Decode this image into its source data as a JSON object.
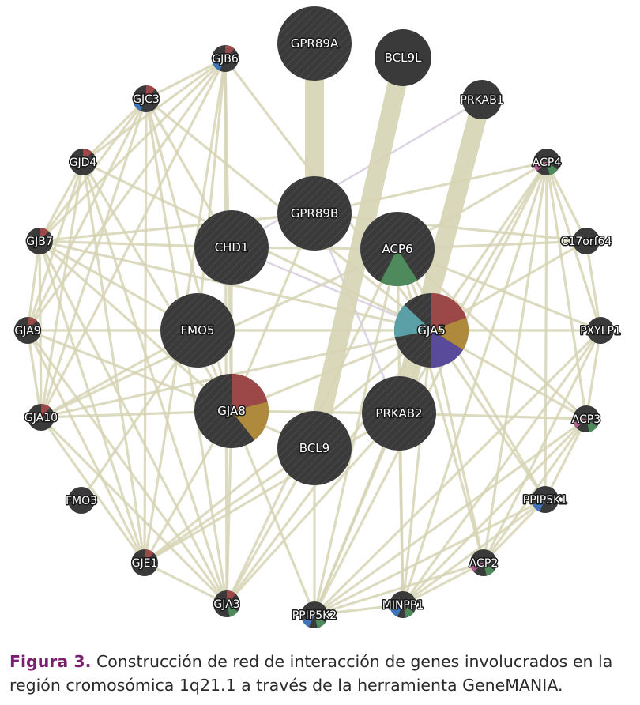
{
  "figure": {
    "label": "Figura 3.",
    "caption": " Construcción de red de interacción de genes involucrados en la región cromosómica 1q21.1 a través de la herramienta GeneMANIA."
  },
  "colors": {
    "edge": "#d6d4b4",
    "edge_special": "#d8cfe0",
    "node": "#3a3a3a",
    "slice_red": "#9c4848",
    "slice_gold": "#b08a3c",
    "slice_green": "#4f8a5c",
    "slice_teal": "#5aa0a6",
    "slice_purple": "#5a4a9a",
    "slice_blue": "#3f74b8",
    "slice_pink": "#b05a8e"
  },
  "network": {
    "nodes": [
      {
        "id": "GPR89A",
        "label": "GPR89A",
        "size": "big"
      },
      {
        "id": "BCL9L",
        "label": "BCL9L",
        "size": "mid"
      },
      {
        "id": "PRKAB1",
        "label": "PRKAB1",
        "size": "small"
      },
      {
        "id": "GJB6",
        "label": "GJB6",
        "size": "tiny",
        "slices": [
          "red",
          "blue"
        ]
      },
      {
        "id": "GJC3",
        "label": "GJC3",
        "size": "tiny",
        "slices": [
          "red",
          "blue"
        ]
      },
      {
        "id": "GJD4",
        "label": "GJD4",
        "size": "tiny",
        "slices": [
          "red"
        ]
      },
      {
        "id": "GJB7",
        "label": "GJB7",
        "size": "tiny",
        "slices": [
          "red"
        ]
      },
      {
        "id": "GJA9",
        "label": "GJA9",
        "size": "tiny",
        "slices": [
          "red"
        ]
      },
      {
        "id": "GJA10",
        "label": "GJA10",
        "size": "tiny",
        "slices": [
          "red"
        ]
      },
      {
        "id": "FMO3",
        "label": "FMO3",
        "size": "tiny"
      },
      {
        "id": "GJE1",
        "label": "GJE1",
        "size": "tiny",
        "slices": [
          "red"
        ]
      },
      {
        "id": "GJA3",
        "label": "GJA3",
        "size": "tiny",
        "slices": [
          "red",
          "green"
        ]
      },
      {
        "id": "PPIP5K2",
        "label": "PPIP5K2",
        "size": "tiny",
        "slices": [
          "blue",
          "green"
        ]
      },
      {
        "id": "MINPP1",
        "label": "MINPP1",
        "size": "tiny",
        "slices": [
          "blue",
          "green"
        ]
      },
      {
        "id": "ACP2",
        "label": "ACP2",
        "size": "tiny",
        "slices": [
          "pink",
          "green"
        ]
      },
      {
        "id": "PPIP5K1",
        "label": "PPIP5K1",
        "size": "tiny",
        "slices": [
          "blue"
        ]
      },
      {
        "id": "ACP3",
        "label": "ACP3",
        "size": "tiny",
        "slices": [
          "pink",
          "green"
        ]
      },
      {
        "id": "PXYLP1",
        "label": "PXYLP1",
        "size": "tiny"
      },
      {
        "id": "C17orf64",
        "label": "C17orf64",
        "size": "tiny"
      },
      {
        "id": "ACP4",
        "label": "ACP4",
        "size": "tiny",
        "slices": [
          "pink",
          "green"
        ]
      },
      {
        "id": "GPR89B",
        "label": "GPR89B",
        "size": "query"
      },
      {
        "id": "CHD1",
        "label": "CHD1",
        "size": "query"
      },
      {
        "id": "ACP6",
        "label": "ACP6",
        "size": "query",
        "slices": [
          "green"
        ]
      },
      {
        "id": "FMO5",
        "label": "FMO5",
        "size": "query"
      },
      {
        "id": "GJA5",
        "label": "GJA5",
        "size": "query",
        "slices": [
          "red",
          "gold",
          "purple",
          "teal"
        ]
      },
      {
        "id": "GJA8",
        "label": "GJA8",
        "size": "query",
        "slices": [
          "red",
          "gold"
        ]
      },
      {
        "id": "PRKAB2",
        "label": "PRKAB2",
        "size": "query"
      },
      {
        "id": "BCL9",
        "label": "BCL9",
        "size": "query"
      }
    ],
    "thick_edges": [
      [
        "GPR89A",
        "GPR89B"
      ],
      [
        "BCL9L",
        "BCL9"
      ],
      [
        "PRKAB1",
        "PRKAB2"
      ]
    ],
    "special_edges": [
      [
        "PRKAB1",
        "CHD1"
      ],
      [
        "CHD1",
        "GJA5"
      ],
      [
        "GPR89B",
        "PRKAB2"
      ]
    ],
    "edges": [
      [
        "GJB6",
        "GJC3"
      ],
      [
        "GJB6",
        "GJD4"
      ],
      [
        "GJB6",
        "GJB7"
      ],
      [
        "GJB6",
        "GJA9"
      ],
      [
        "GJB6",
        "GJA10"
      ],
      [
        "GJB6",
        "GJE1"
      ],
      [
        "GJB6",
        "GJA3"
      ],
      [
        "GJB6",
        "GJA8"
      ],
      [
        "GJB6",
        "GJA5"
      ],
      [
        "GJB6",
        "FMO5"
      ],
      [
        "GJC3",
        "GJD4"
      ],
      [
        "GJC3",
        "GJB7"
      ],
      [
        "GJC3",
        "GJA9"
      ],
      [
        "GJC3",
        "GJA10"
      ],
      [
        "GJC3",
        "GJE1"
      ],
      [
        "GJC3",
        "GJA3"
      ],
      [
        "GJC3",
        "GJA8"
      ],
      [
        "GJC3",
        "GJA5"
      ],
      [
        "GJD4",
        "GJB7"
      ],
      [
        "GJD4",
        "GJA9"
      ],
      [
        "GJD4",
        "GJA10"
      ],
      [
        "GJD4",
        "GJE1"
      ],
      [
        "GJD4",
        "GJA3"
      ],
      [
        "GJD4",
        "GJA8"
      ],
      [
        "GJD4",
        "GJA5"
      ],
      [
        "GJB7",
        "GJA9"
      ],
      [
        "GJB7",
        "GJA10"
      ],
      [
        "GJB7",
        "GJE1"
      ],
      [
        "GJB7",
        "GJA3"
      ],
      [
        "GJB7",
        "GJA8"
      ],
      [
        "GJB7",
        "GJA5"
      ],
      [
        "GJA9",
        "GJA10"
      ],
      [
        "GJA9",
        "GJE1"
      ],
      [
        "GJA9",
        "GJA3"
      ],
      [
        "GJA9",
        "GJA8"
      ],
      [
        "GJA9",
        "GJA5"
      ],
      [
        "GJA10",
        "GJE1"
      ],
      [
        "GJA10",
        "GJA3"
      ],
      [
        "GJA10",
        "GJA8"
      ],
      [
        "GJA10",
        "GJA5"
      ],
      [
        "GJE1",
        "GJA3"
      ],
      [
        "GJE1",
        "GJA8"
      ],
      [
        "GJE1",
        "GJA5"
      ],
      [
        "GJA3",
        "GJA8"
      ],
      [
        "GJA3",
        "GJA5"
      ],
      [
        "GJA8",
        "GJA5"
      ],
      [
        "FMO3",
        "FMO5"
      ],
      [
        "FMO5",
        "GJA8"
      ],
      [
        "CHD1",
        "GJA8"
      ],
      [
        "CHD1",
        "GJB7"
      ],
      [
        "CHD1",
        "ACP6"
      ],
      [
        "ACP6",
        "ACP4"
      ],
      [
        "ACP6",
        "ACP3"
      ],
      [
        "ACP6",
        "ACP2"
      ],
      [
        "ACP6",
        "PXYLP1"
      ],
      [
        "ACP6",
        "C17orf64"
      ],
      [
        "ACP6",
        "MINPP1"
      ],
      [
        "ACP6",
        "PPIP5K2"
      ],
      [
        "ACP6",
        "PPIP5K1"
      ],
      [
        "ACP6",
        "GJA5"
      ],
      [
        "ACP4",
        "ACP3"
      ],
      [
        "ACP4",
        "ACP2"
      ],
      [
        "ACP4",
        "PXYLP1"
      ],
      [
        "ACP4",
        "C17orf64"
      ],
      [
        "ACP4",
        "MINPP1"
      ],
      [
        "ACP4",
        "PPIP5K2"
      ],
      [
        "ACP4",
        "PPIP5K1"
      ],
      [
        "ACP3",
        "ACP2"
      ],
      [
        "ACP3",
        "PXYLP1"
      ],
      [
        "ACP3",
        "MINPP1"
      ],
      [
        "ACP3",
        "PPIP5K2"
      ],
      [
        "ACP3",
        "PPIP5K1"
      ],
      [
        "ACP2",
        "PXYLP1"
      ],
      [
        "ACP2",
        "MINPP1"
      ],
      [
        "ACP2",
        "PPIP5K2"
      ],
      [
        "ACP2",
        "PPIP5K1"
      ],
      [
        "PPIP5K1",
        "PPIP5K2"
      ],
      [
        "PPIP5K1",
        "MINPP1"
      ],
      [
        "PPIP5K2",
        "MINPP1"
      ],
      [
        "PXYLP1",
        "C17orf64"
      ],
      [
        "PXYLP1",
        "MINPP1"
      ],
      [
        "PXYLP1",
        "PPIP5K2"
      ],
      [
        "GJA5",
        "ACP4"
      ],
      [
        "GJA5",
        "ACP3"
      ],
      [
        "GJA5",
        "PPIP5K1"
      ],
      [
        "GJA5",
        "PPIP5K2"
      ],
      [
        "GJA5",
        "MINPP1"
      ],
      [
        "GJA5",
        "PXYLP1"
      ],
      [
        "GJA5",
        "C17orf64"
      ],
      [
        "GJA5",
        "ACP2"
      ],
      [
        "PRKAB2",
        "PPIP5K2"
      ],
      [
        "PRKAB2",
        "MINPP1"
      ],
      [
        "PRKAB2",
        "ACP3"
      ],
      [
        "PRKAB2",
        "GJA3"
      ],
      [
        "PRKAB2",
        "ACP4"
      ],
      [
        "BCL9",
        "GJA3"
      ],
      [
        "BCL9",
        "GJE1"
      ],
      [
        "BCL9",
        "PPIP5K2"
      ],
      [
        "BCL9",
        "GJA8"
      ],
      [
        "GPR89B",
        "GJA8"
      ],
      [
        "GPR89B",
        "GJB7"
      ],
      [
        "GPR89B",
        "ACP4"
      ],
      [
        "GPR89B",
        "C17orf64"
      ],
      [
        "FMO5",
        "GJA10"
      ],
      [
        "FMO5",
        "GJB7"
      ],
      [
        "CHD1",
        "GJC3"
      ],
      [
        "GJA8",
        "PRKAB2"
      ],
      [
        "GJA8",
        "PPIP5K2"
      ],
      [
        "GJA3",
        "ACP6"
      ],
      [
        "GJE1",
        "PRKAB2"
      ],
      [
        "GJA10",
        "ACP6"
      ]
    ]
  }
}
